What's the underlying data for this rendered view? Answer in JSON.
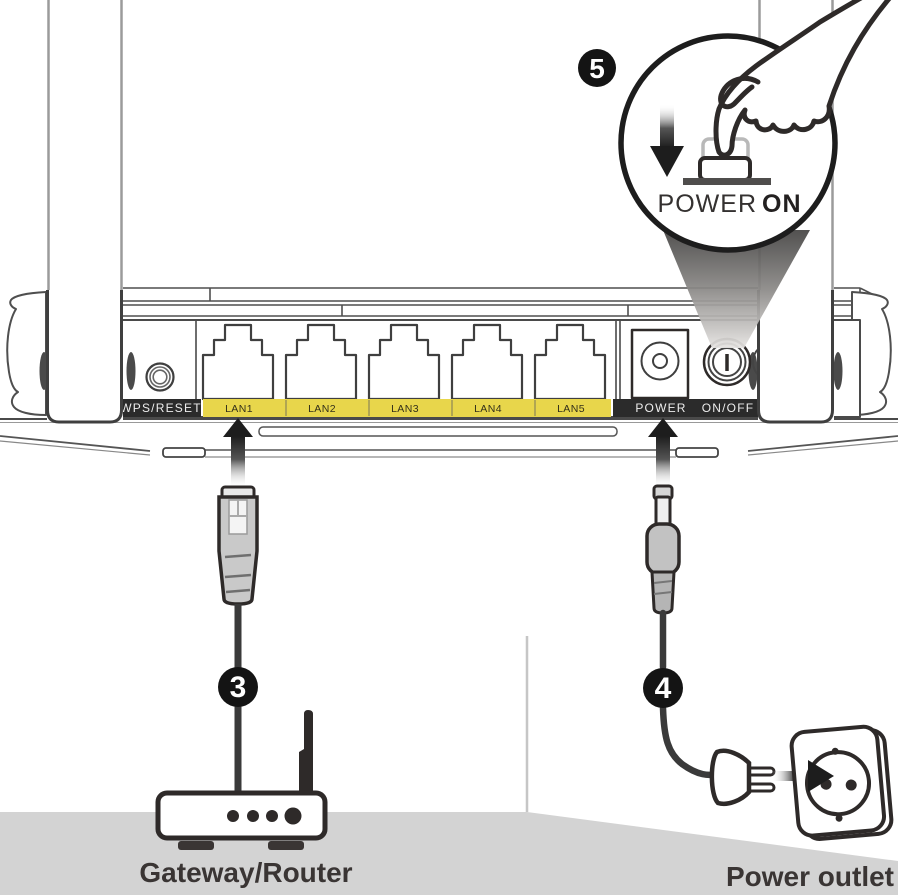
{
  "diagram": {
    "badges": {
      "step3": "3",
      "step4": "4",
      "step5": "5"
    },
    "callout": {
      "label_regular": "POWER ",
      "label_bold": "ON"
    },
    "device": {
      "wps_label": "WPS/RESET",
      "ports": [
        "LAN1",
        "LAN2",
        "LAN3",
        "LAN4",
        "LAN5"
      ],
      "power_label": "POWER",
      "onoff_label": "ON/OFF"
    },
    "captions": {
      "gateway": "Gateway/Router",
      "outlet": "Power outlet"
    },
    "colors": {
      "accent_yellow": "#e8d64b",
      "floor_gray": "#d3d3d3",
      "ink": "#2e2a29"
    }
  }
}
